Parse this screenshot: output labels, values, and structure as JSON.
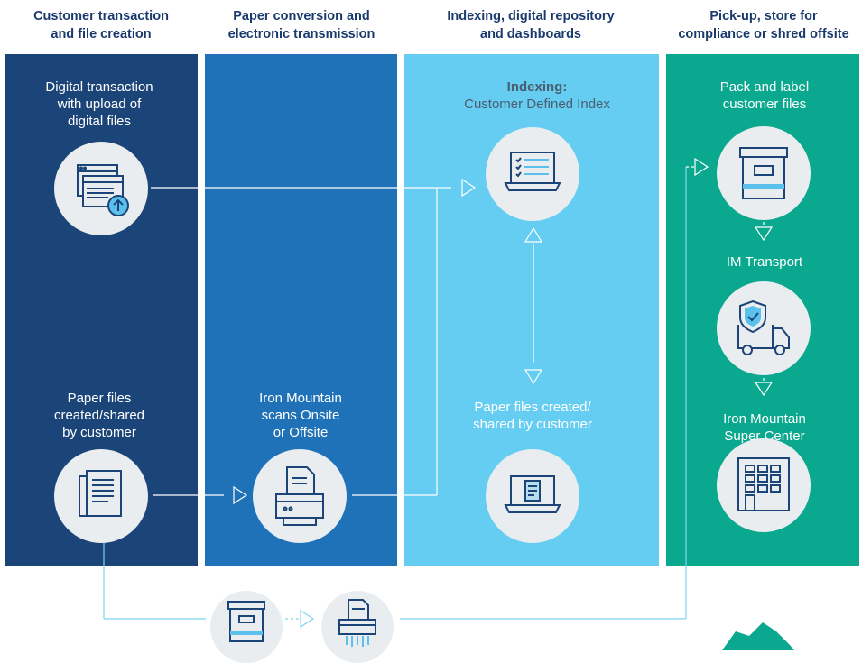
{
  "columns": [
    {
      "header": "Customer transaction\nand file creation",
      "color": "#1b4478"
    },
    {
      "header": "Paper conversion and\nelectronic transmission",
      "color": "#1f72b8"
    },
    {
      "header": "Indexing, digital repository\nand dashboards",
      "color": "#66cdf2"
    },
    {
      "header": "Pick-up, store for\ncompliance or shred offsite",
      "color": "#0aa88e"
    }
  ],
  "labels": {
    "digital_transaction": "Digital transaction\nwith upload of\ndigital files",
    "paper_files_customer": "Paper files\ncreated/shared\nby customer",
    "im_scans": "Iron Mountain\nscans Onsite\nor Offsite",
    "indexing_title": "Indexing:",
    "indexing_sub": "Customer Defined Index",
    "paper_files_shared": "Paper files created/\nshared by customer",
    "pack_label": "Pack and label\ncustomer files",
    "im_transport": "IM Transport",
    "im_super_center": "Iron Mountain\nSuper Center"
  },
  "icons": {
    "upload": "digital-upload-icon",
    "documents": "paper-documents-icon",
    "scanner": "scanner-icon",
    "laptop_index": "laptop-checklist-icon",
    "laptop_doc": "laptop-document-icon",
    "box": "storage-box-icon",
    "truck": "secure-truck-icon",
    "building": "super-center-building-icon",
    "box_bottom": "storage-box-icon",
    "shredder": "shredder-icon"
  },
  "colors": {
    "line": "#ffffff",
    "line_light": "#7fd3f0",
    "icon_stroke": "#1b4478",
    "icon_accent": "#5bc0eb",
    "circle_bg": "#e9edef"
  }
}
